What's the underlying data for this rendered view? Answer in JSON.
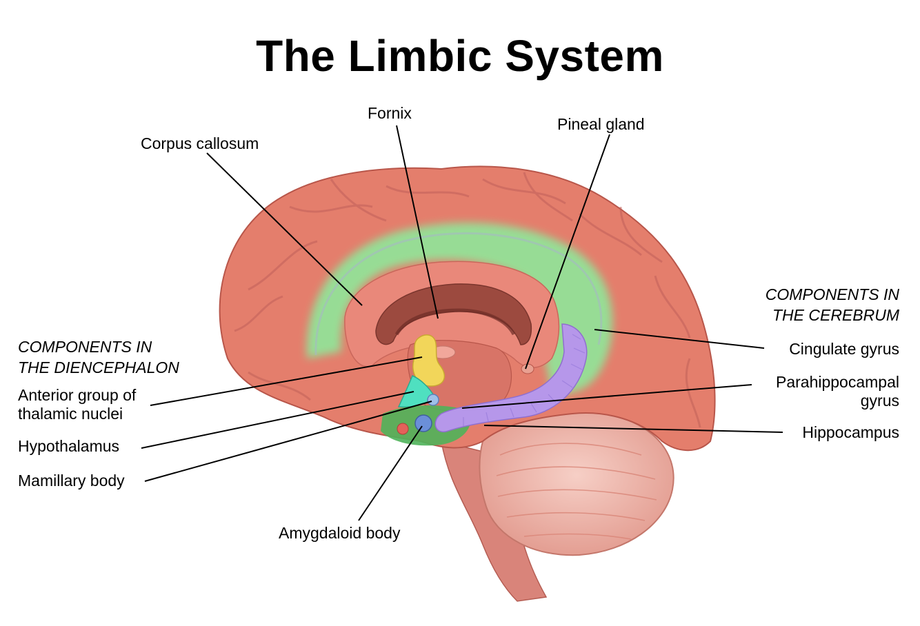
{
  "title": "The Limbic System",
  "groups": {
    "diencephalon": [
      "COMPONENTS IN",
      "THE DIENCEPHALON"
    ],
    "cerebrum": [
      "COMPONENTS IN",
      "THE CEREBRUM"
    ]
  },
  "labels": {
    "corpus_callosum": "Corpus callosum",
    "fornix": "Fornix",
    "pineal_gland": "Pineal gland",
    "cingulate_gyrus": "Cingulate gyrus",
    "parahippocampal_gyrus": [
      "Parahippocampal",
      "gyrus"
    ],
    "hippocampus": "Hippocampus",
    "anterior_thalamic": [
      "Anterior group of",
      "thalamic nuclei"
    ],
    "hypothalamus": "Hypothalamus",
    "mamillary_body": "Mamillary body",
    "amygdaloid_body": "Amygdaloid body"
  },
  "colors": {
    "cerebrum": "#e47e6c",
    "cerebrum_dark": "#b8564a",
    "cingulate_gyrus": "#8fe79a",
    "corpus_callosum": "#e9887a",
    "fornix": "#9c4a3f",
    "anterior_thalamic": "#f2d65a",
    "hypothalamus": "#4fe0c0",
    "hippocampus": "#b697ea",
    "parahippocampal": "#4fb35a",
    "mamillary_body": "#6b8fd8",
    "amygdaloid_body": "#e5615a",
    "cerebellum": "#eeb2a6",
    "brainstem": "#d9847a"
  }
}
